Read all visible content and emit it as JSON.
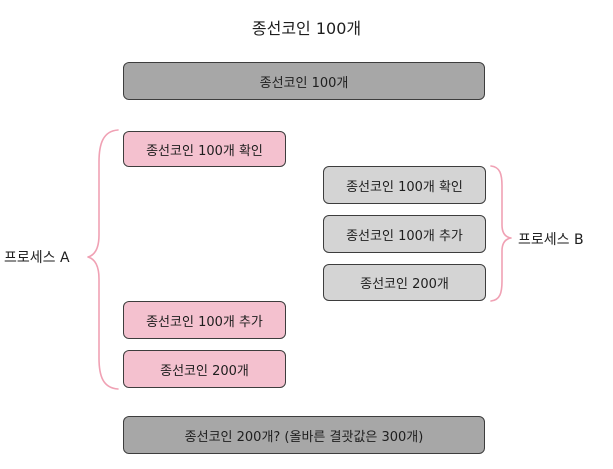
{
  "title": "종선코인 100개",
  "initial_state": "종선코인 100개",
  "final_state": "종선코인 200개? (올바른 결괏값은 300개)",
  "process_a": {
    "label": "프로세스 A",
    "steps": [
      "종선코인 100개 확인",
      "종선코인 100개 추가",
      "종선코인 200개"
    ]
  },
  "process_b": {
    "label": "프로세스 B",
    "steps": [
      "종선코인 100개 확인",
      "종선코인 100개 추가",
      "종선코인 200개"
    ]
  },
  "colors": {
    "shared_state": "#a7a7a7",
    "process_a": "#f4c1cf",
    "process_b": "#d4d4d4",
    "brace_a": "#f0a1b4",
    "brace_b": "#f0a1b4"
  }
}
